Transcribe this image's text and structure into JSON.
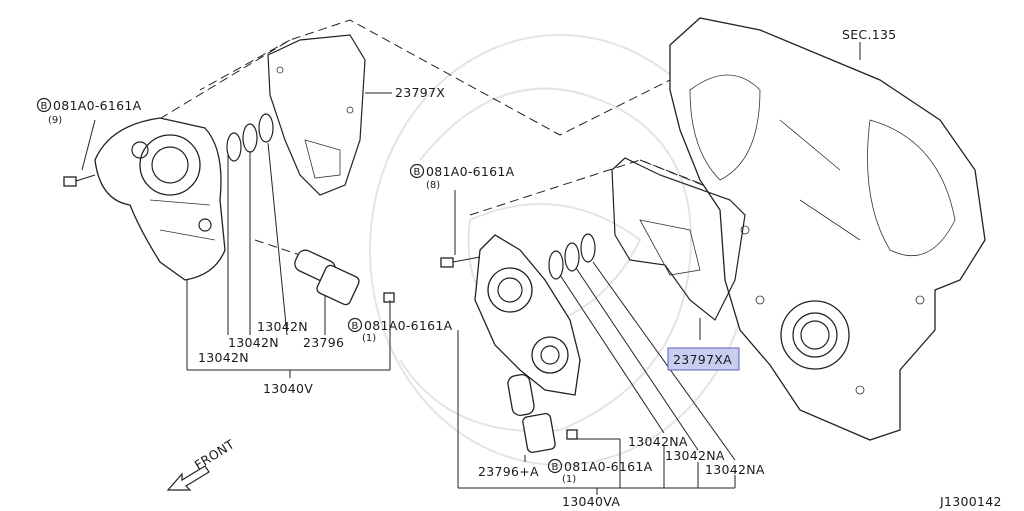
{
  "callouts": {
    "bolt_top_left": "081A0-6161A",
    "bolt_top_left_qty": "(9)",
    "bolt_mid": "081A0-6161A",
    "bolt_mid_qty": "(8)",
    "bolt_solenoid_left": "081A0-6161A",
    "bolt_solenoid_left_qty": "(1)",
    "bolt_solenoid_right": "081A0-6161A",
    "bolt_solenoid_right_qty": "(1)",
    "bolt_marker": "B",
    "gasket_left": "23797X",
    "gasket_right": "23797XA",
    "sec_ref": "SEC.135",
    "seal_left_1": "13042N",
    "seal_left_2": "13042N",
    "seal_left_3": "13042N",
    "solenoid_left": "23796",
    "assembly_left": "13040V",
    "seal_right_1": "13042NA",
    "seal_right_2": "13042NA",
    "seal_right_3": "13042NA",
    "solenoid_right": "23796+A",
    "assembly_right": "13040VA",
    "front_label": "FRONT",
    "diagram_id": "J1300142"
  },
  "colors": {
    "highlight_fill": "#c9cdef",
    "highlight_stroke": "#5a63b8",
    "line": "#222222"
  }
}
